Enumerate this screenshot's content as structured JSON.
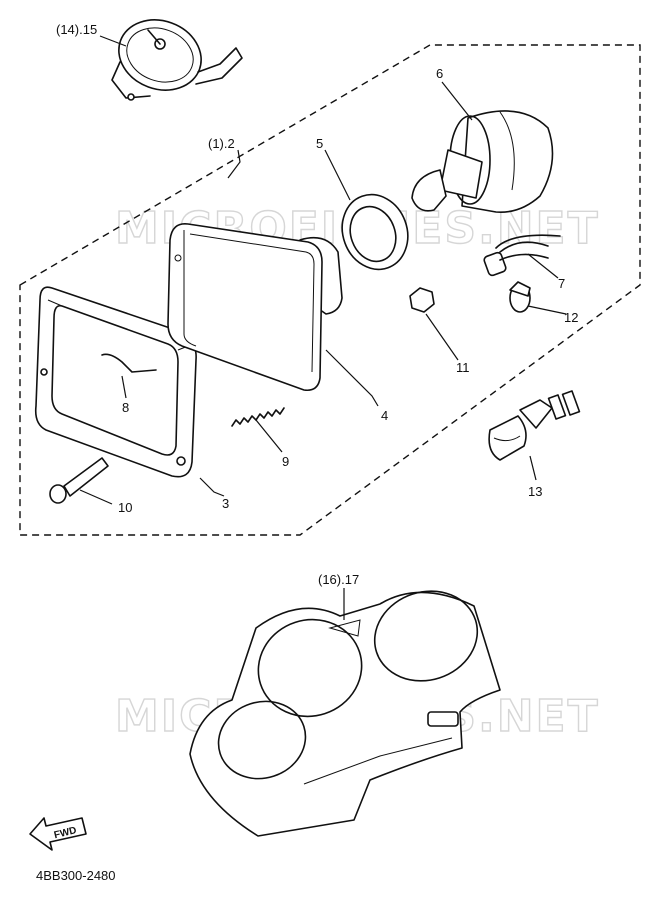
{
  "watermarks": [
    "MICROFICHES.NET",
    "MICROFICHES.NET"
  ],
  "callouts": {
    "meter": "(14).15",
    "assembly": "(1).2",
    "rim": "3",
    "lens": "4",
    "ring": "5",
    "socket_cover": "6",
    "lead_wire": "7",
    "spring": "8",
    "screw_spring": "9",
    "bolt": "10",
    "nut": "11",
    "bulb_small": "12",
    "bulb_h4": "13",
    "cover": "(16).17"
  },
  "forward_arrow": "FWD",
  "part_code": "4BB300-2480"
}
